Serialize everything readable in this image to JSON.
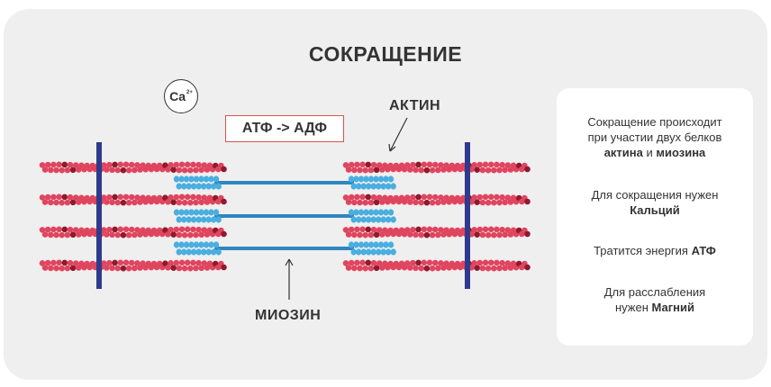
{
  "title": "СОКРАЩЕНИЕ",
  "labels": {
    "actin": "АКТИН",
    "myosin": "МИОЗИН"
  },
  "calcium": {
    "symbol": "Ca",
    "charge": "2+"
  },
  "energy_box": "АТФ -> АДФ",
  "info": {
    "item1": {
      "line1": "Сокращение происходит",
      "line2": "при участии двух белков",
      "bold1": "актина",
      "conj": " и ",
      "bold2": "миозина"
    },
    "item2": {
      "line1": "Для сокращения нужен",
      "bold": "Кальций"
    },
    "item3": {
      "text": "Тратится энергия ",
      "bold": "АТФ"
    },
    "item4": {
      "line1": "Для расслабления",
      "text": "нужен ",
      "bold": "Магний"
    }
  },
  "colors": {
    "actin": "#e0455f",
    "actin_dark": "#8f1a2e",
    "myosin": "#4aaee0",
    "myosin_dark": "#2f86c0",
    "z_line": "#2e3a8c",
    "energy_border": "#d9534f"
  }
}
